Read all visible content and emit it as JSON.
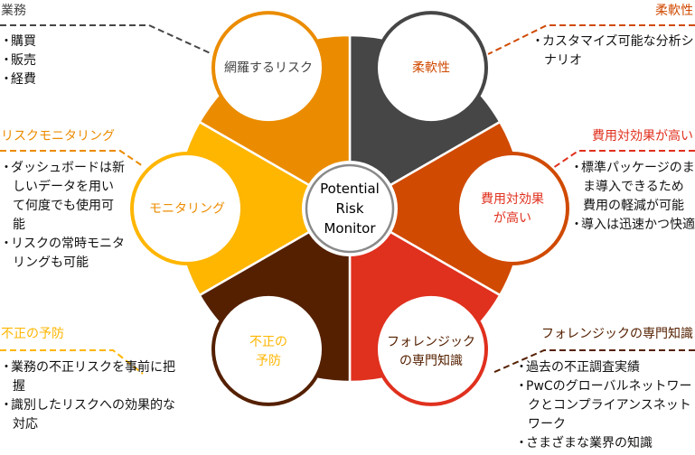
{
  "center": {
    "lines": [
      "Potential",
      "Risk",
      "Monitor"
    ]
  },
  "segments": [
    {
      "id": "coverage",
      "circle_lines": [
        "網羅するリスク"
      ],
      "color": "#464646",
      "heading": "業務",
      "heading_color": "#464646",
      "bullets": [
        "購買",
        "販売",
        "経費"
      ]
    },
    {
      "id": "flexibility",
      "circle_lines": [
        "柔軟性"
      ],
      "color": "#d04a02",
      "heading": "柔軟性",
      "heading_color": "#d04a02",
      "bullets": [
        "カスタマイズ可能な分析シナリオ"
      ]
    },
    {
      "id": "cost",
      "circle_lines": [
        "費用対効果",
        "が高い"
      ],
      "color": "#e0301e",
      "heading": "費用対効果が高い",
      "heading_color": "#e0301e",
      "bullets": [
        "標準パッケージのまま導入できるため費用の軽減が可能",
        "導入は迅速かつ快適"
      ]
    },
    {
      "id": "forensic",
      "circle_lines": [
        "フォレンジック",
        "の専門知識"
      ],
      "color": "#552000",
      "heading": "フォレンジックの専門知識",
      "heading_color": "#552000",
      "bullets": [
        "過去の不正調査実績",
        "PwCのグローバルネットワークとコンプライアンスネットワーク",
        "さまざまな業界の知識"
      ]
    },
    {
      "id": "prevention",
      "circle_lines": [
        "不正の",
        "予防"
      ],
      "color": "#ffb600",
      "heading": "不正の予防",
      "heading_color": "#ffb600",
      "bullets": [
        "業務の不正リスクを事前に把握",
        "識別したリスクへの効果的な対応"
      ]
    },
    {
      "id": "monitoring",
      "circle_lines": [
        "モニタリング"
      ],
      "color": "#eb8c00",
      "heading": "リスクモニタリング",
      "heading_color": "#eb8c00",
      "bullets": [
        "ダッシュボードは新しいデータを用いて何度でも使用可能",
        "リスクの常時モニタリングも可能"
      ]
    }
  ]
}
